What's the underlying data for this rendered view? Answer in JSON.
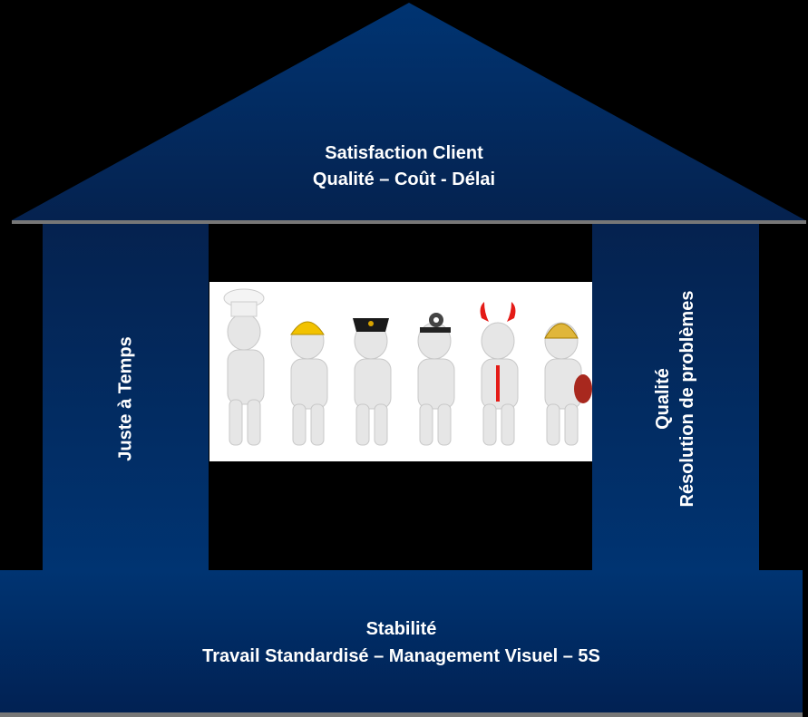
{
  "roof": {
    "line1": "Satisfaction Client",
    "line2": "Qualité – Coût - Délai"
  },
  "pillars": {
    "left": {
      "label": "Juste à Temps"
    },
    "right": {
      "line1": "Qualité",
      "line2": "Résolution de problèmes"
    }
  },
  "picture": {
    "description": "six white 3D figures wearing different hats: chef, hard hat, police cap, doctor head mirror, devil horns, football helmet"
  },
  "base": {
    "line1": "Stabilité",
    "line2": "Travail Standardisé – Management Visuel – 5S"
  },
  "colors": {
    "navy": "#003472",
    "dark_navy": "#05224f",
    "background": "#000000"
  }
}
